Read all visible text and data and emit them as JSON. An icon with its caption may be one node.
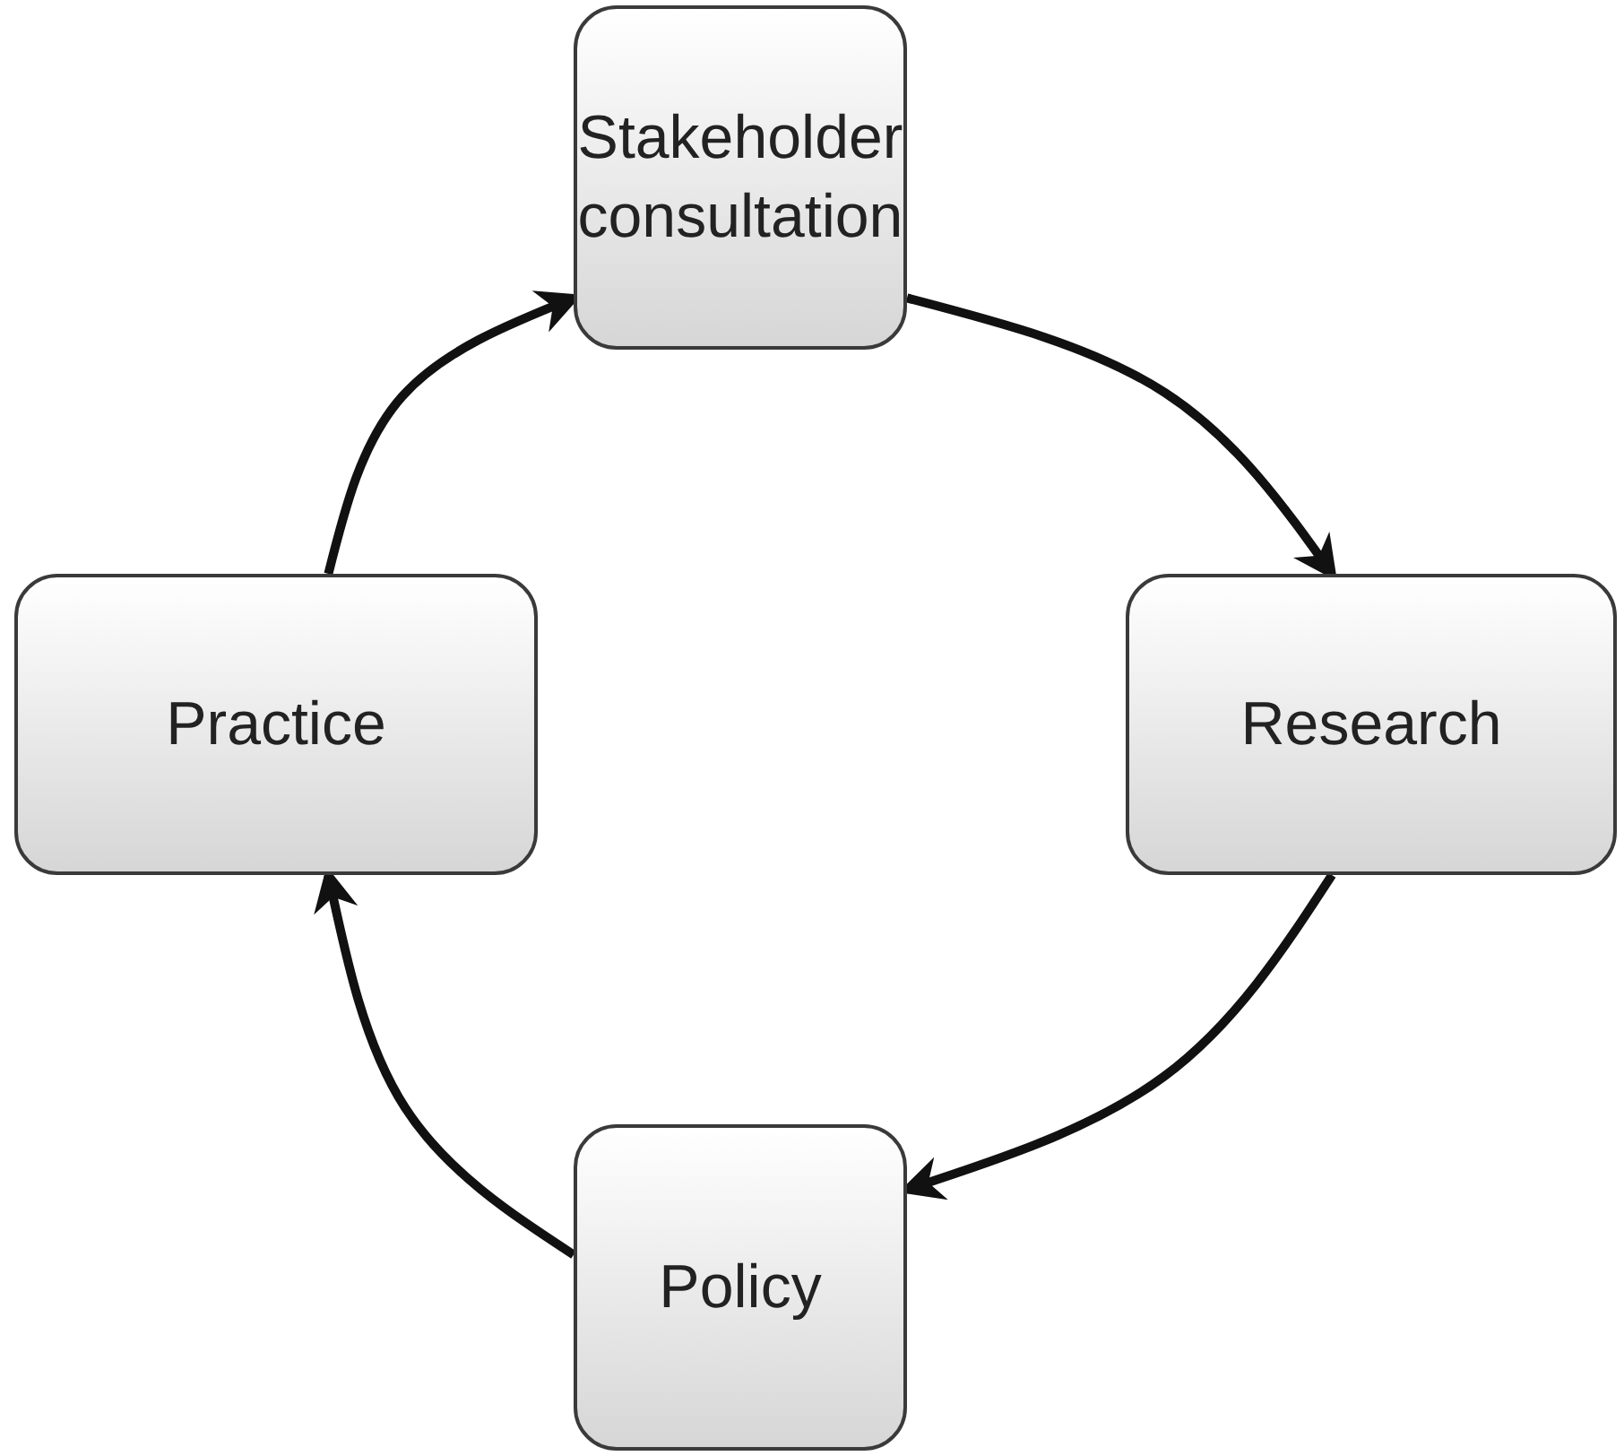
{
  "diagram": {
    "nodes": [
      {
        "text": [
          "Stakeholder consultation"
        ]
      },
      {
        "text": [
          "Practice"
        ]
      },
      {
        "text": [
          "Research"
        ]
      },
      {
        "text": [
          "Policy"
        ]
      }
    ],
    "edges": [
      {
        "from": 0,
        "to": 2,
        "arrow": "to"
      },
      {
        "from": 2,
        "to": 3,
        "arrow": "to"
      },
      {
        "from": 3,
        "to": 1,
        "arrow": "to"
      },
      {
        "from": 1,
        "to": 0,
        "arrow": "to"
      }
    ]
  }
}
